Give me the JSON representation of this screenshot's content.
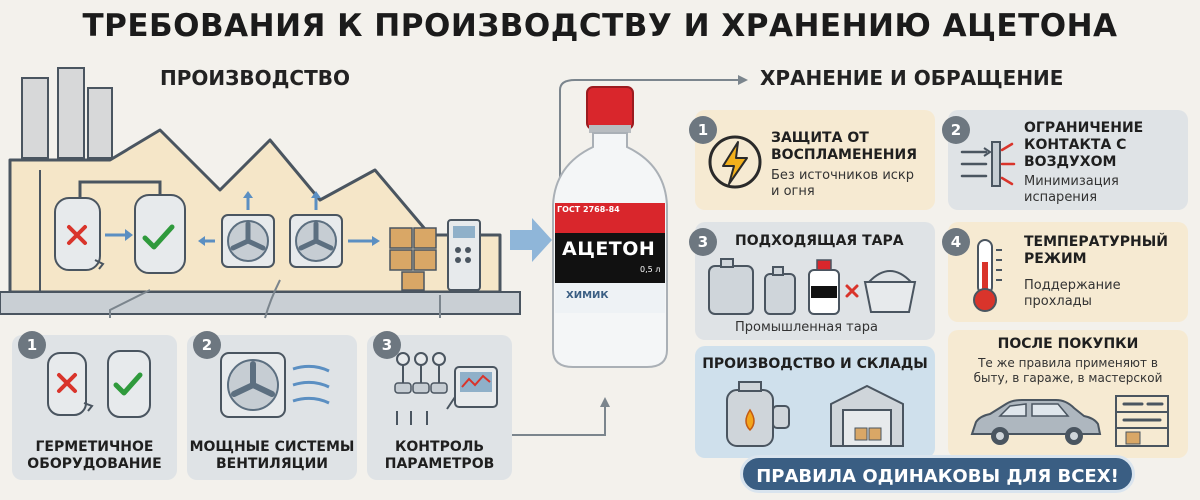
{
  "title": "ТРЕБОВАНИЯ К ПРОИЗВОДСТВУ И ХРАНЕНИЮ АЦЕТОНА",
  "production": {
    "heading": "ПРОИЗВОДСТВО",
    "steps": [
      {
        "num": "1",
        "label": "ГЕРМЕТИЧНОЕ ОБОРУДОВАНИЕ"
      },
      {
        "num": "2",
        "label": "МОЩНЫЕ СИСТЕМЫ ВЕНТИЛЯЦИИ"
      },
      {
        "num": "3",
        "label": "КОНТРОЛЬ ПАРАМЕТРОВ"
      }
    ]
  },
  "bottle": {
    "gost": "ГОСТ 2768-84",
    "name": "АЦЕТОН",
    "volume": "0,5 л",
    "brand": "ХИМИК"
  },
  "storage": {
    "heading": "ХРАНЕНИЕ И ОБРАЩЕНИЕ",
    "cards": [
      {
        "num": "1",
        "title": "ЗАЩИТА ОТ ВОСПЛАМЕНЕНИЯ",
        "sub": "Без источников искр и огня"
      },
      {
        "num": "2",
        "title": "ОГРАНИЧЕНИЕ КОНТАКТА С ВОЗДУХОМ",
        "sub": "Минимизация испарения"
      },
      {
        "num": "3",
        "title": "ПОДХОДЯЩАЯ ТАРА",
        "sub": "Промышленная тара"
      },
      {
        "num": "4",
        "title": "ТЕМПЕРАТУРНЫЙ РЕЖИМ",
        "sub": "Поддержание прохлады"
      }
    ],
    "production_warehouses": "ПРОИЗВОДСТВО И СКЛАДЫ",
    "after_purchase": {
      "title": "ПОСЛЕ ПОКУПКИ",
      "sub": "Те же правила применяют в быту, в гараже, в мастерской"
    },
    "banner": "ПРАВИЛА ОДИНАКОВЫ ДЛЯ ВСЕХ!"
  },
  "colors": {
    "accent": "#3a5e83",
    "cap": "#d9262c",
    "fan": "#5c6f80",
    "check": "#2f9a3c",
    "cross": "#d9342b",
    "beige": "#f6ead2"
  }
}
